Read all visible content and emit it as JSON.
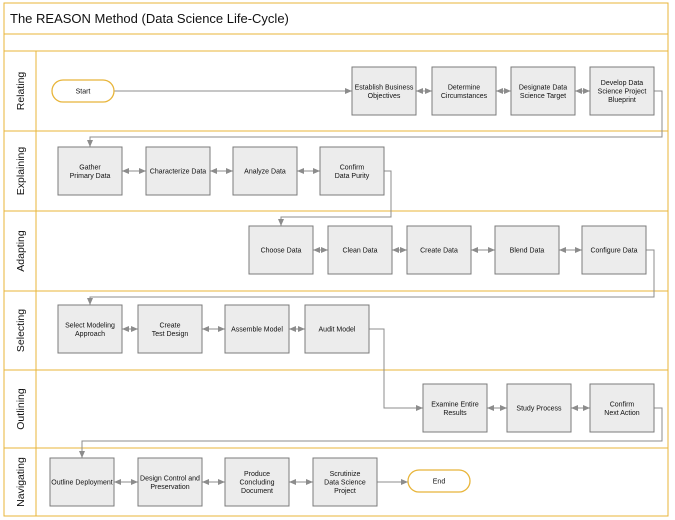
{
  "title": "The REASON Method (Data Science Life-Cycle)",
  "colors": {
    "lane_border": "#e8b53a",
    "box_fill": "#ececec",
    "box_stroke": "#7b7b7b",
    "arrow": "#8c8c8c",
    "terminal_fill": "#ffffff",
    "terminal_stroke": "#e8b53a"
  },
  "lanes": [
    {
      "label": "Relating"
    },
    {
      "label": "Explaining"
    },
    {
      "label": "Adapting"
    },
    {
      "label": "Selecting"
    },
    {
      "label": "Outlining"
    },
    {
      "label": "Navigating"
    }
  ],
  "steps": {
    "start": [
      "Start"
    ],
    "establish": [
      "Establish Business",
      "Objectives"
    ],
    "determine": [
      "Determine",
      "Circumstances"
    ],
    "designate": [
      "Designate Data",
      "Science Target"
    ],
    "develop": [
      "Develop Data",
      "Science Project",
      "Blueprint"
    ],
    "gather": [
      "Gather",
      "Primary Data"
    ],
    "characterize": [
      "Characterize Data"
    ],
    "analyze": [
      "Analyze Data"
    ],
    "confirm_purity": [
      "Confirm",
      "Data Purity"
    ],
    "choose": [
      "Choose Data"
    ],
    "clean": [
      "Clean Data"
    ],
    "create_data": [
      "Create Data"
    ],
    "blend": [
      "Blend Data"
    ],
    "configure": [
      "Configure Data"
    ],
    "select_model": [
      "Select Modeling",
      "Approach"
    ],
    "create_test": [
      "Create",
      "Test Design"
    ],
    "assemble": [
      "Assemble Model"
    ],
    "audit": [
      "Audit Model"
    ],
    "examine": [
      "Examine Entire",
      "Results"
    ],
    "study": [
      "Study Process"
    ],
    "confirm_next": [
      "Confirm",
      "Next Action"
    ],
    "outline": [
      "Outline Deployment"
    ],
    "design_control": [
      "Design Control and",
      "Preservation"
    ],
    "produce": [
      "Produce",
      "Concluding",
      "Document"
    ],
    "scrutinize": [
      "Scrutinize",
      "Data Science",
      "Project"
    ],
    "end": [
      "End"
    ]
  }
}
